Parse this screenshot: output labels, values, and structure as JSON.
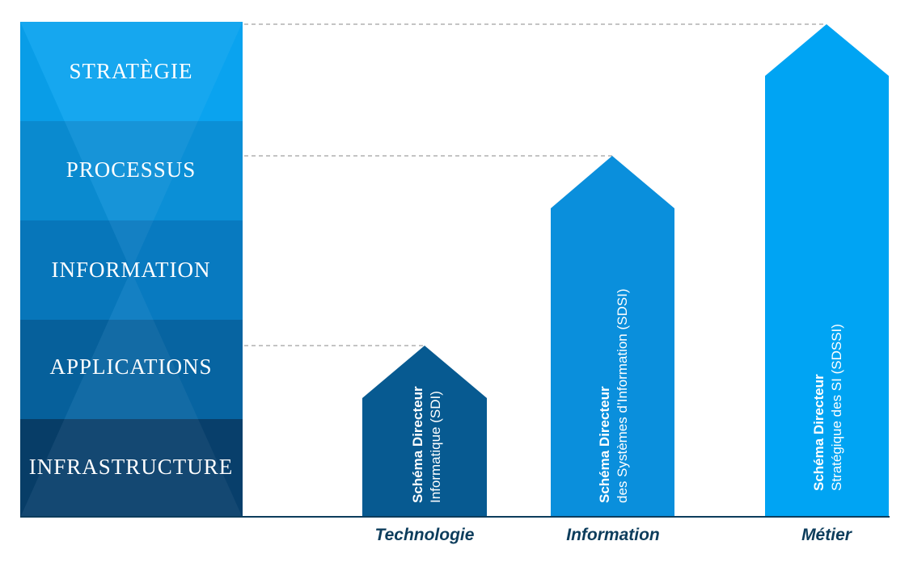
{
  "layers": [
    {
      "label": "STRATÈGIE",
      "color": "#0aa3ef"
    },
    {
      "label": "PROCESSUS",
      "color": "#0b8fd6"
    },
    {
      "label": "INFORMATION",
      "color": "#087ac0"
    },
    {
      "label": "APPLICATIONS",
      "color": "#0764a1"
    },
    {
      "label": "INFRASTRUCTURE",
      "color": "#083f6b"
    }
  ],
  "arrows": [
    {
      "title": "Schéma Directeur",
      "subtitle": "Informatique (SDI)",
      "category": "Technologie",
      "color": "#075a91"
    },
    {
      "title": "Schéma Directeur",
      "subtitle": "des Systèmes d’Information (SDSI)",
      "category": "Information",
      "color": "#0a8fdc"
    },
    {
      "title": "Schéma Directeur",
      "subtitle": "Stratégique des SI (SDSSI)",
      "category": "Métier",
      "color": "#00a4f3"
    }
  ],
  "colors": {
    "label_text": "#ffffff",
    "axis_text": "#0d3d5c",
    "baseline": "#0d3d5c",
    "guide_lines": "#8a8a8a"
  }
}
